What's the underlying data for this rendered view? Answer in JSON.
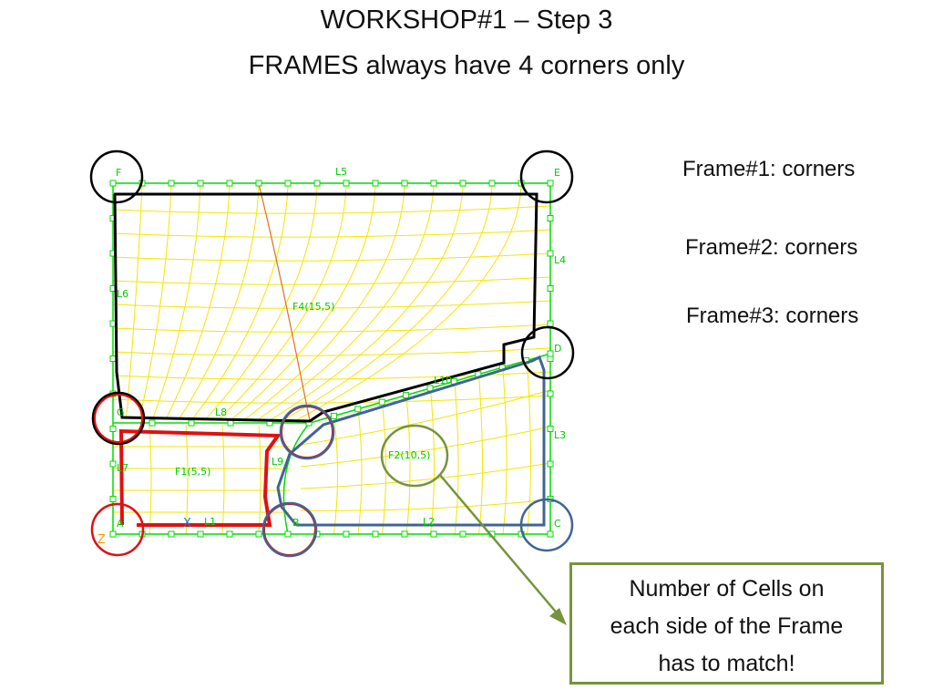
{
  "title": {
    "line1": "WORKSHOP#1 – Step 3",
    "line2": "FRAMES always have 4 corners only"
  },
  "side_labels": [
    "Frame#1: corners",
    "Frame#2: corners",
    "Frame#3: corners"
  ],
  "note": {
    "line1": "Number of Cells on",
    "line2": "each side of the Frame",
    "line3": "has to match!"
  },
  "diagram": {
    "vertex_labels": [
      "F",
      "E",
      "D",
      "C",
      "B",
      "A",
      "G"
    ],
    "line_labels": [
      "L5",
      "L4",
      "L6",
      "L3",
      "L8",
      "L7",
      "L1",
      "L2",
      "L10",
      "L9"
    ],
    "face_labels": [
      "F4(15,5)",
      "F1(5,5)",
      "F2(10,5)"
    ],
    "axis_labels": [
      "X",
      "Z"
    ],
    "colors": {
      "mesh": "#f2e600",
      "edges": "#00dd00",
      "frame1": "#000000",
      "frame2": "#3f6593",
      "frame3": "#e01010",
      "highlight_dark": "#000000",
      "highlight_blue": "#3f6593",
      "highlight_red": "#e01010",
      "highlight_green": "#77933c",
      "seam": "#e07020"
    }
  }
}
